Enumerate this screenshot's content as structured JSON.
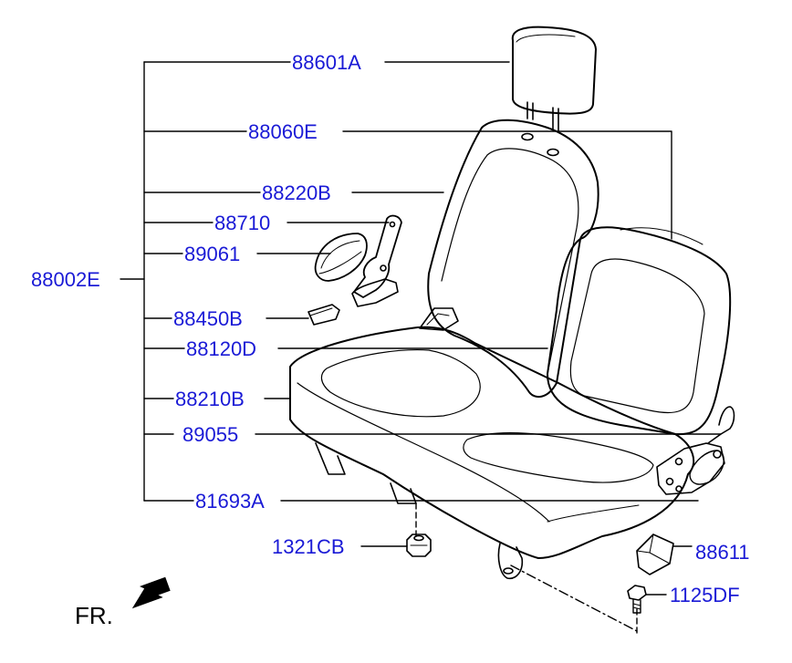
{
  "diagram": {
    "colors": {
      "label": "#1a1ad6",
      "line": "#000000",
      "background": "#ffffff"
    },
    "parts": [
      {
        "id": "88601A",
        "label": "88601A"
      },
      {
        "id": "88060E",
        "label": "88060E"
      },
      {
        "id": "88220B",
        "label": "88220B"
      },
      {
        "id": "88710",
        "label": "88710"
      },
      {
        "id": "89061",
        "label": "89061"
      },
      {
        "id": "88002E",
        "label": "88002E"
      },
      {
        "id": "88450B",
        "label": "88450B"
      },
      {
        "id": "88120D",
        "label": "88120D"
      },
      {
        "id": "88210B",
        "label": "88210B"
      },
      {
        "id": "89055",
        "label": "89055"
      },
      {
        "id": "81693A",
        "label": "81693A"
      },
      {
        "id": "1321CB",
        "label": "1321CB"
      },
      {
        "id": "88611",
        "label": "88611"
      },
      {
        "id": "1125DF",
        "label": "1125DF"
      }
    ],
    "front_indicator": {
      "label": "FR.",
      "icon": "front-arrow-icon"
    }
  }
}
